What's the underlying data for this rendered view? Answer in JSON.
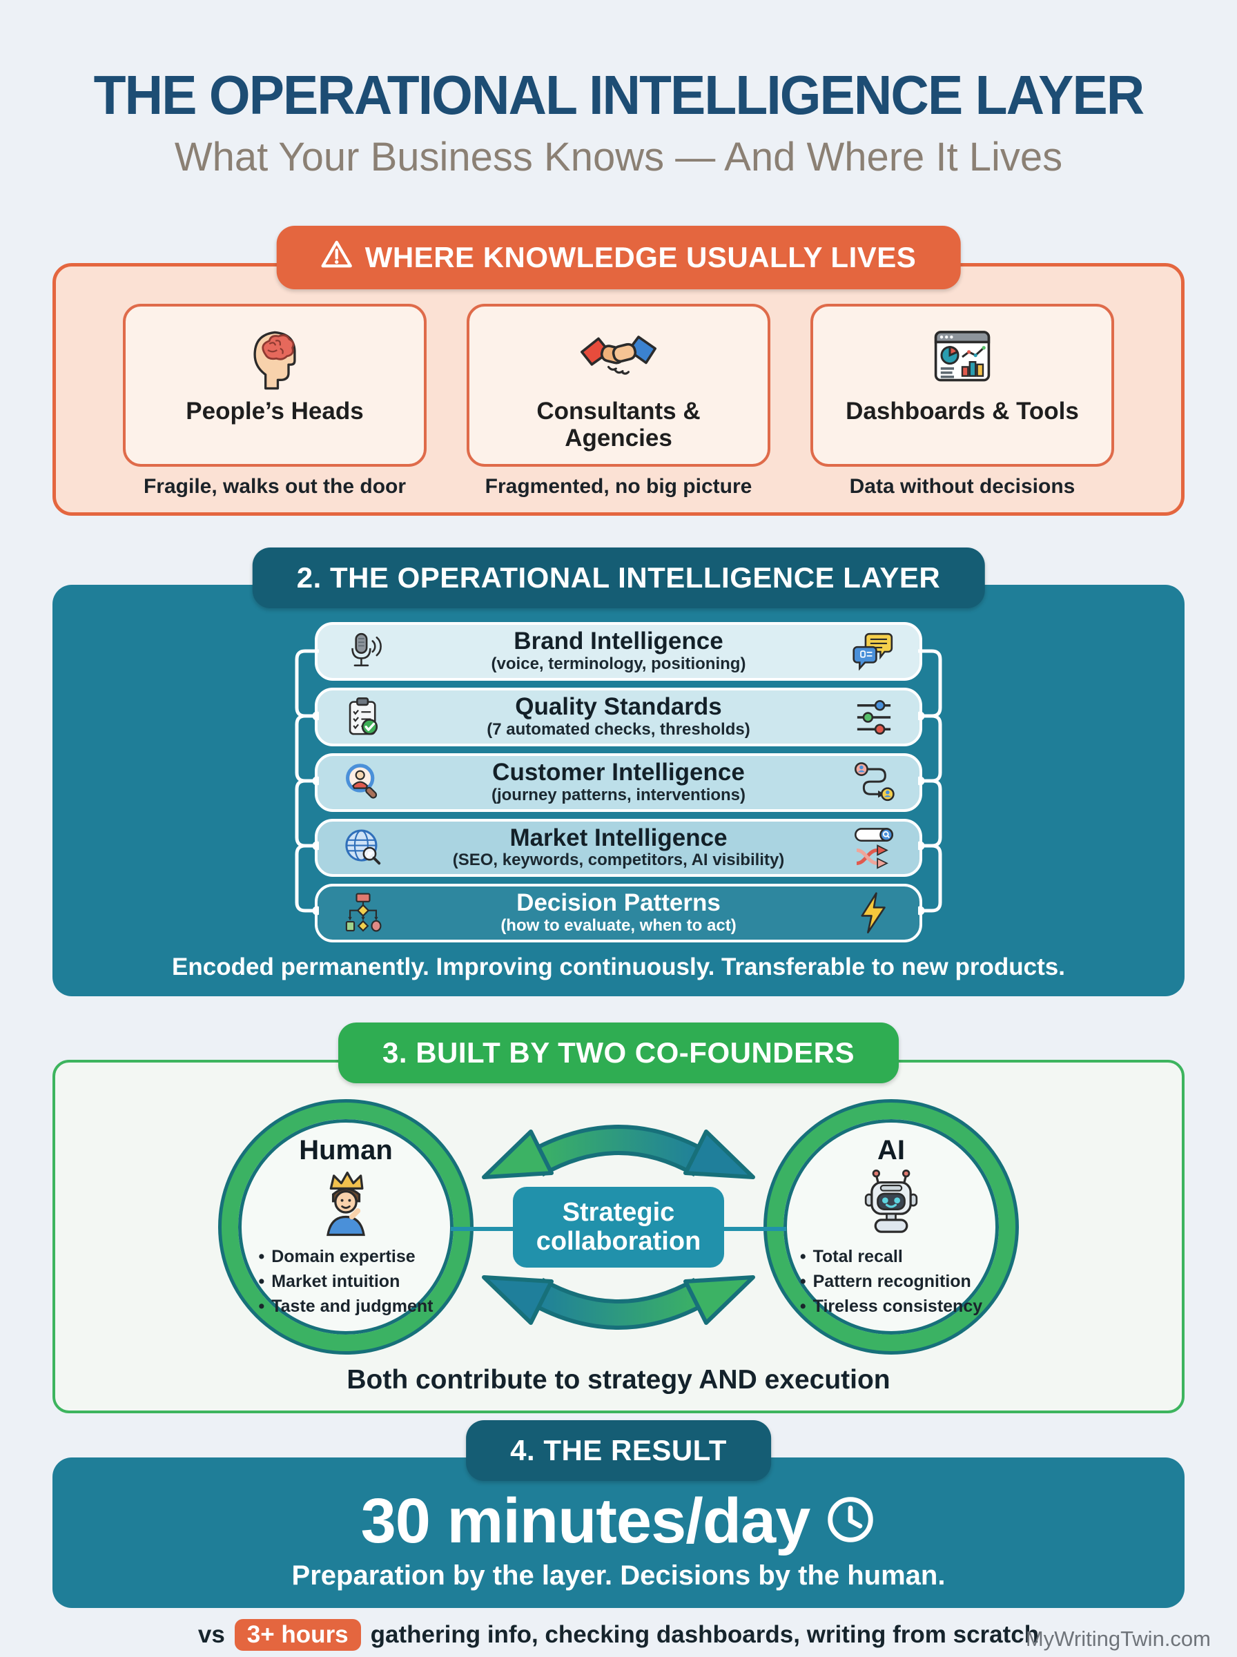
{
  "header": {
    "title": "THE OPERATIONAL INTELLIGENCE LAYER",
    "subtitle": "What Your Business Knows — And Where It Lives"
  },
  "section1": {
    "label": "WHERE KNOWLEDGE USUALLY LIVES",
    "warning_icon": "warning-triangle-icon",
    "cards": [
      {
        "title": "People’s Heads",
        "icon": "brain-head-icon",
        "caption": "Fragile, walks out the door"
      },
      {
        "title": "Consultants & Agencies",
        "icon": "handshake-icon",
        "caption": "Fragmented, no big picture"
      },
      {
        "title": "Dashboards & Tools",
        "icon": "dashboard-chart-icon",
        "caption": "Data without decisions"
      }
    ]
  },
  "section2": {
    "label": "2. THE OPERATIONAL INTELLIGENCE LAYER",
    "rows": [
      {
        "title": "Brand Intelligence",
        "subtitle": "(voice, terminology, positioning)",
        "left_icon": "microphone-icon",
        "right_icon": "chat-bubbles-icon"
      },
      {
        "title": "Quality Standards",
        "subtitle": "(7 automated checks, thresholds)",
        "left_icon": "clipboard-check-icon",
        "right_icon": "sliders-icon"
      },
      {
        "title": "Customer Intelligence",
        "subtitle": "(journey patterns, interventions)",
        "left_icon": "person-magnifier-icon",
        "right_icon": "journey-path-icon"
      },
      {
        "title": "Market Intelligence",
        "subtitle": "(SEO, keywords, competitors, AI visibility)",
        "left_icon": "globe-search-icon",
        "right_icon": "search-shuffle-icon"
      },
      {
        "title": "Decision Patterns",
        "subtitle": "(how to evaluate, when to act)",
        "left_icon": "flowchart-icon",
        "right_icon": "lightning-icon"
      }
    ],
    "footer": "Encoded permanently. Improving continuously. Transferable to new products."
  },
  "section3": {
    "label": "3. BUILT BY TWO CO-FOUNDERS",
    "human": {
      "title": "Human",
      "icon": "crowned-person-icon",
      "bullets": [
        "Domain expertise",
        "Market intuition",
        "Taste and judgment"
      ]
    },
    "ai": {
      "title": "AI",
      "icon": "robot-icon",
      "bullets": [
        "Total recall",
        "Pattern recognition",
        "Tireless consistency"
      ]
    },
    "center": {
      "line1": "Strategic",
      "line2": "collaboration"
    },
    "footer": "Both contribute to strategy AND execution"
  },
  "section4": {
    "label": "4. THE RESULT",
    "metric": "30 minutes/day",
    "metric_icon": "clock-icon",
    "subtitle": "Preparation by the layer. Decisions by the human.",
    "comparison": {
      "prefix": "vs",
      "badge": "3+ hours",
      "suffix": "gathering info, checking dashboards, writing from scratch"
    }
  },
  "footer": {
    "site": "MyWritingTwin.com"
  },
  "colors": {
    "page_bg": "#edf1f6",
    "title_navy": "#1d4d74",
    "subtitle_taupe": "#8b8074",
    "accent_orange": "#e4663f",
    "card_bg": "#fdf2ea",
    "section1_bg": "#fbe1d4",
    "panel_teal": "#1f7e98",
    "pill_dark_teal": "#155d74",
    "row_bgs": [
      "#dceef3",
      "#cde7ee",
      "#bddfe9",
      "#aad4e1"
    ],
    "accent_green": "#2fad52",
    "ring_green": "#3bb263",
    "ring_outline": "#17707a",
    "collab_teal": "#2191ab",
    "badge_orange": "#e4663f"
  }
}
